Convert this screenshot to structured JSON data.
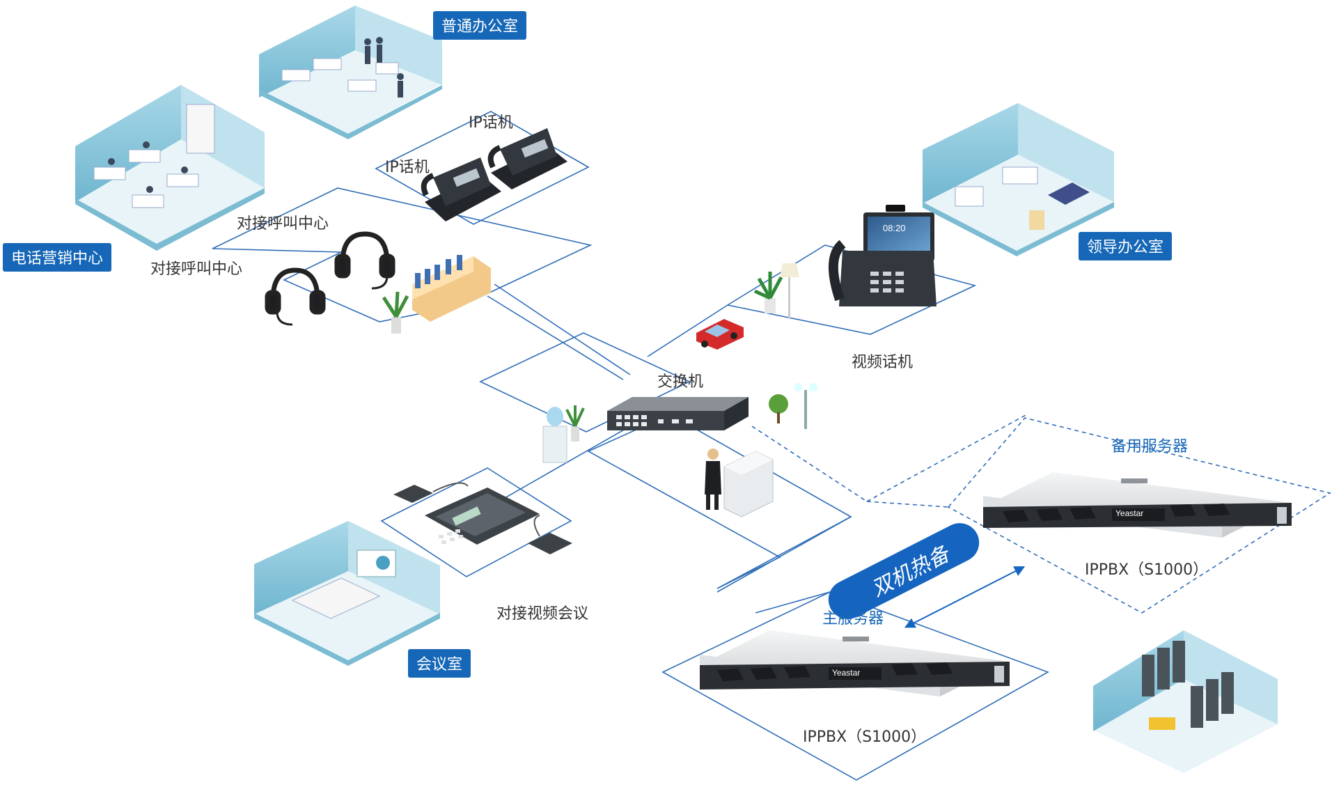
{
  "tags": {
    "call_center": "电话营销中心",
    "general_office": "普通办公室",
    "leader_office": "领导办公室",
    "meeting_room": "会议室"
  },
  "labels": {
    "ip_phone_1": "IP话机",
    "ip_phone_2": "IP话机",
    "headset_1": "对接呼叫中心",
    "headset_2": "对接呼叫中心",
    "switch": "交换机",
    "video_phone": "视频话机",
    "video_conf": "对接视频会议",
    "backup_server": "备用服务器",
    "main_server": "主服务器",
    "backup_model": "IPPBX（S1000）",
    "main_model": "IPPBX（S1000）",
    "hot_standby": "双机热备",
    "brand_main": "Yeastar",
    "brand_backup": "Yeastar",
    "phone_clock": "08:20"
  },
  "colors": {
    "accent": "#1667b7",
    "room_wall": "#8fc9dc",
    "line": "#2f6db8"
  }
}
